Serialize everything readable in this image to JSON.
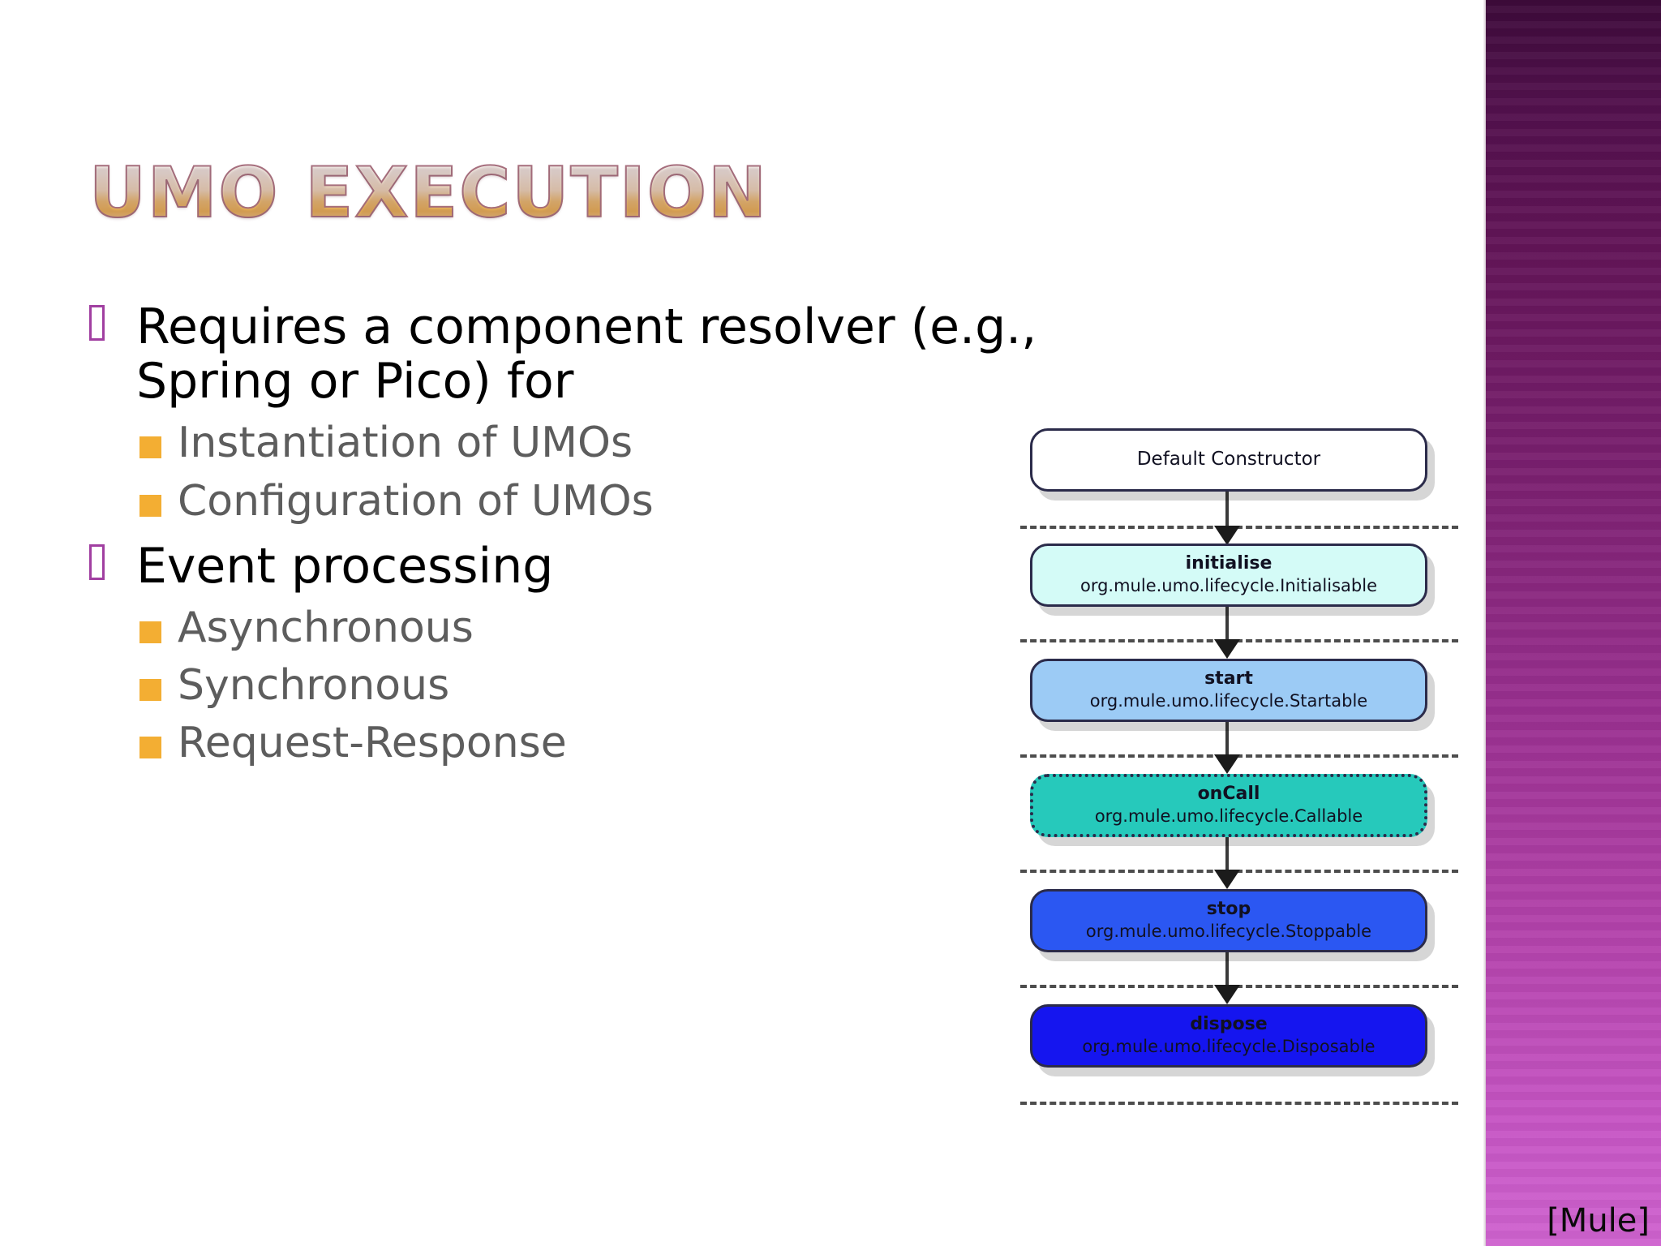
{
  "slide": {
    "title": "UMO Execution",
    "credit": "[Mule]"
  },
  "bullets": [
    {
      "level": 1,
      "marker": "tofu-box-bullet",
      "text": "Requires a component resolver (e.g., Spring or Pico) for"
    },
    {
      "level": 2,
      "marker": "orange-square-bullet",
      "text": "Instantiation of UMOs"
    },
    {
      "level": 2,
      "marker": "orange-square-bullet",
      "text": "Configuration of UMOs"
    },
    {
      "level": 1,
      "marker": "tofu-box-bullet",
      "text": "Event processing"
    },
    {
      "level": 2,
      "marker": "orange-square-bullet",
      "text": "Asynchronous"
    },
    {
      "level": 2,
      "marker": "orange-square-bullet",
      "text": "Synchronous"
    },
    {
      "level": 2,
      "marker": "orange-square-bullet",
      "text": "Request-Response"
    }
  ],
  "diagram": {
    "name": "umo-lifecycle-diagram",
    "nodes": [
      {
        "id": "default-constructor",
        "name": "Default Constructor",
        "interface": "",
        "fill": "#ffffff",
        "border_style": "solid"
      },
      {
        "id": "initialise",
        "name": "initialise",
        "interface": "org.mule.umo.lifecycle.Initialisable",
        "fill": "#d4fbf7",
        "border_style": "solid"
      },
      {
        "id": "start",
        "name": "start",
        "interface": "org.mule.umo.lifecycle.Startable",
        "fill": "#9ccbf5",
        "border_style": "solid"
      },
      {
        "id": "oncall",
        "name": "onCall",
        "interface": "org.mule.umo.lifecycle.Callable",
        "fill": "#26c9bb",
        "border_style": "dotted"
      },
      {
        "id": "stop",
        "name": "stop",
        "interface": "org.mule.umo.lifecycle.Stoppable",
        "fill": "#2b57f2",
        "border_style": "solid"
      },
      {
        "id": "dispose",
        "name": "dispose",
        "interface": "org.mule.umo.lifecycle.Disposable",
        "fill": "#1515ef",
        "border_style": "solid"
      }
    ],
    "edges": [
      {
        "from": "default-constructor",
        "to": "initialise"
      },
      {
        "from": "initialise",
        "to": "start"
      },
      {
        "from": "start",
        "to": "oncall"
      },
      {
        "from": "oncall",
        "to": "stop"
      },
      {
        "from": "stop",
        "to": "dispose"
      }
    ],
    "separator_count": 6
  },
  "colors": {
    "sidebar_top": "#3d0a3a",
    "sidebar_bottom": "#cf63cf",
    "title_gradient_top": "#ffffff",
    "title_gradient_bottom": "#f4b94f",
    "title_outline": "#a8707f",
    "l1_marker": "#a13fa1",
    "l2_marker": "#f3ae33",
    "l1_text": "#000000",
    "l2_text": "#5d5d5d",
    "background": "#ffffff"
  }
}
